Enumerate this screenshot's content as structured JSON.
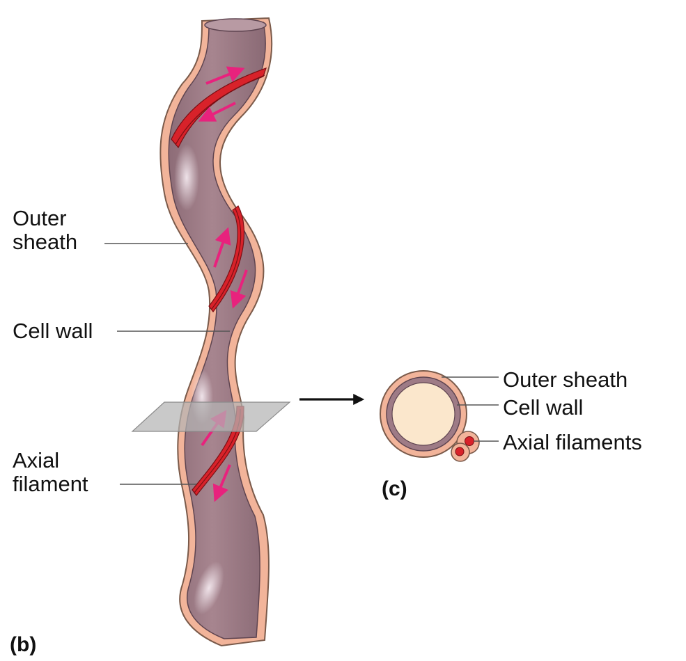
{
  "panel_b": {
    "letter": "(b)",
    "labels": {
      "outer_sheath_line1": "Outer",
      "outer_sheath_line2": "sheath",
      "cell_wall": "Cell wall",
      "axial_filament_line1": "Axial",
      "axial_filament_line2": "filament"
    }
  },
  "panel_c": {
    "letter": "(c)",
    "labels": {
      "outer_sheath": "Outer sheath",
      "cell_wall": "Cell wall",
      "axial_filaments": "Axial filaments"
    }
  },
  "colors": {
    "outer_sheath": "#f2b49a",
    "cell_body": "#9e7b86",
    "cell_interior": "#fbe7cc",
    "axial_filament": "#d8222a",
    "motion_arrows": "#e8227d",
    "section_plane": "#b4b4b4"
  },
  "icons": {
    "motion_arrow": "arrow-icon",
    "transition_arrow": "right-arrow-icon"
  }
}
